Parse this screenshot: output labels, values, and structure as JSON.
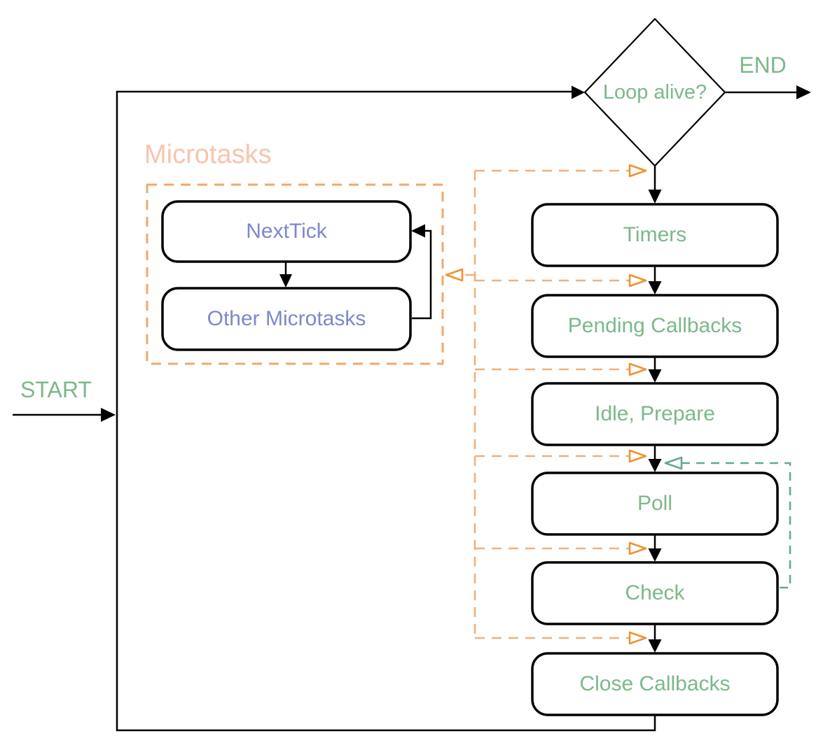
{
  "labels": {
    "start": "START",
    "end": "END"
  },
  "decision": {
    "label": "Loop alive?"
  },
  "microtasks": {
    "title": "Microtasks",
    "items": [
      {
        "label": "NextTick"
      },
      {
        "label": "Other Microtasks"
      }
    ]
  },
  "phases": [
    {
      "label": "Timers"
    },
    {
      "label": "Pending Callbacks"
    },
    {
      "label": "Idle, Prepare"
    },
    {
      "label": "Poll"
    },
    {
      "label": "Check"
    },
    {
      "label": "Close Callbacks"
    }
  ],
  "colors": {
    "line": "#000000",
    "green": "#7CB889",
    "blue": "#7C88CC",
    "salmon": "#F7C4AC",
    "orangeLine": "#F1B07A",
    "orangeBox": "#F0A868",
    "orangeArrow": "#EE9333",
    "teal": "#62A995"
  }
}
